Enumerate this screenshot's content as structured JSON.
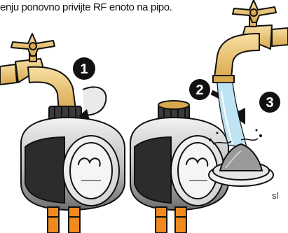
{
  "instruction_text": "enju ponovno privijte RF enoto na pipo.",
  "steps": [
    {
      "number": "1"
    },
    {
      "number": "2"
    },
    {
      "number": "3"
    }
  ],
  "corner_text": "sl",
  "colors": {
    "brass": "#f0c97a",
    "brass_dark": "#c79a3e",
    "body_light": "#e4e4e4",
    "body_mid": "#9a9a9a",
    "body_dark": "#4a4a4a",
    "hose": "#f08a1e",
    "water": "#bfe3f2",
    "outline": "#111111"
  }
}
